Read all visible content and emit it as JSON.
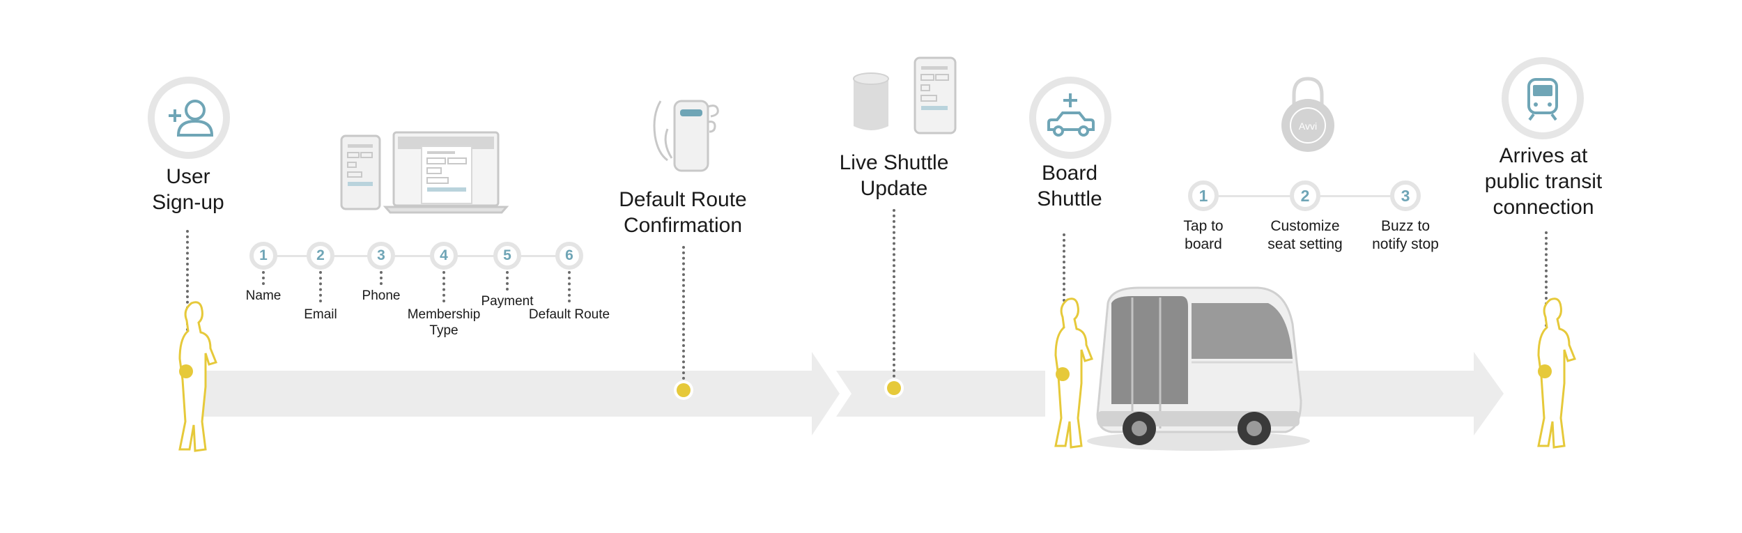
{
  "steps": {
    "signup": "User\nSign-up",
    "route": "Default Route\nConfirmation",
    "live": "Live Shuttle\nUpdate",
    "board": "Board\nShuttle",
    "arrive": "Arrives at\npublic transit\nconnection"
  },
  "signup_steps": [
    {
      "n": "1",
      "label": "Name"
    },
    {
      "n": "2",
      "label": "Email"
    },
    {
      "n": "3",
      "label": "Phone"
    },
    {
      "n": "4",
      "label": "Membership\nType"
    },
    {
      "n": "5",
      "label": "Payment"
    },
    {
      "n": "6",
      "label": "Default Route"
    }
  ],
  "board_steps": [
    {
      "n": "1",
      "label": "Tap to\nboard"
    },
    {
      "n": "2",
      "label": "Customize\nseat setting"
    },
    {
      "n": "3",
      "label": "Buzz to\nnotify stop"
    }
  ],
  "fob_text": "Avvi",
  "colors": {
    "accent": "#6fa5b6",
    "person": "#e6c93a",
    "arrow": "#ececec",
    "ring": "#e6e6e6"
  },
  "icons": [
    "add-user-icon",
    "devices-icon",
    "phone-in-hand-icon",
    "cup-and-phone-icon",
    "add-car-icon",
    "key-fob-icon",
    "train-icon",
    "shuttle-bus-icon",
    "person-icon"
  ]
}
